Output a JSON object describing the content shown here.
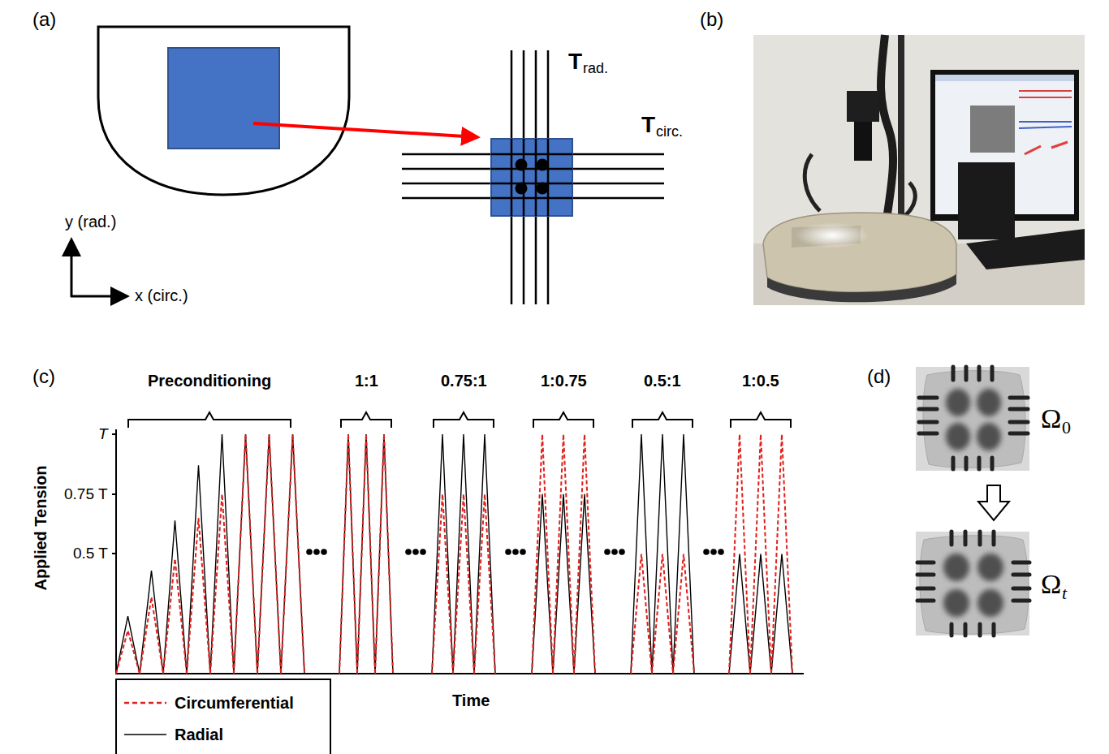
{
  "diagram": {
    "labels": [
      "(a)",
      "T",
      "rad.",
      "T",
      "circ.",
      "y (rad.)",
      "x (circ.)",
      "(b)",
      "(c)",
      "Preconditioning",
      "1:1",
      "0.75:1",
      "1:0.75",
      "0.5:1",
      "1:0.5",
      "T",
      "0.75 T",
      "0.5 T",
      "Applied Tension",
      "Time",
      "(d)",
      "Ω",
      "0",
      "Ω",
      "t"
    ],
    "legend": [
      {
        "text": "Circumferential"
      },
      {
        "text": "Radial"
      }
    ]
  }
}
